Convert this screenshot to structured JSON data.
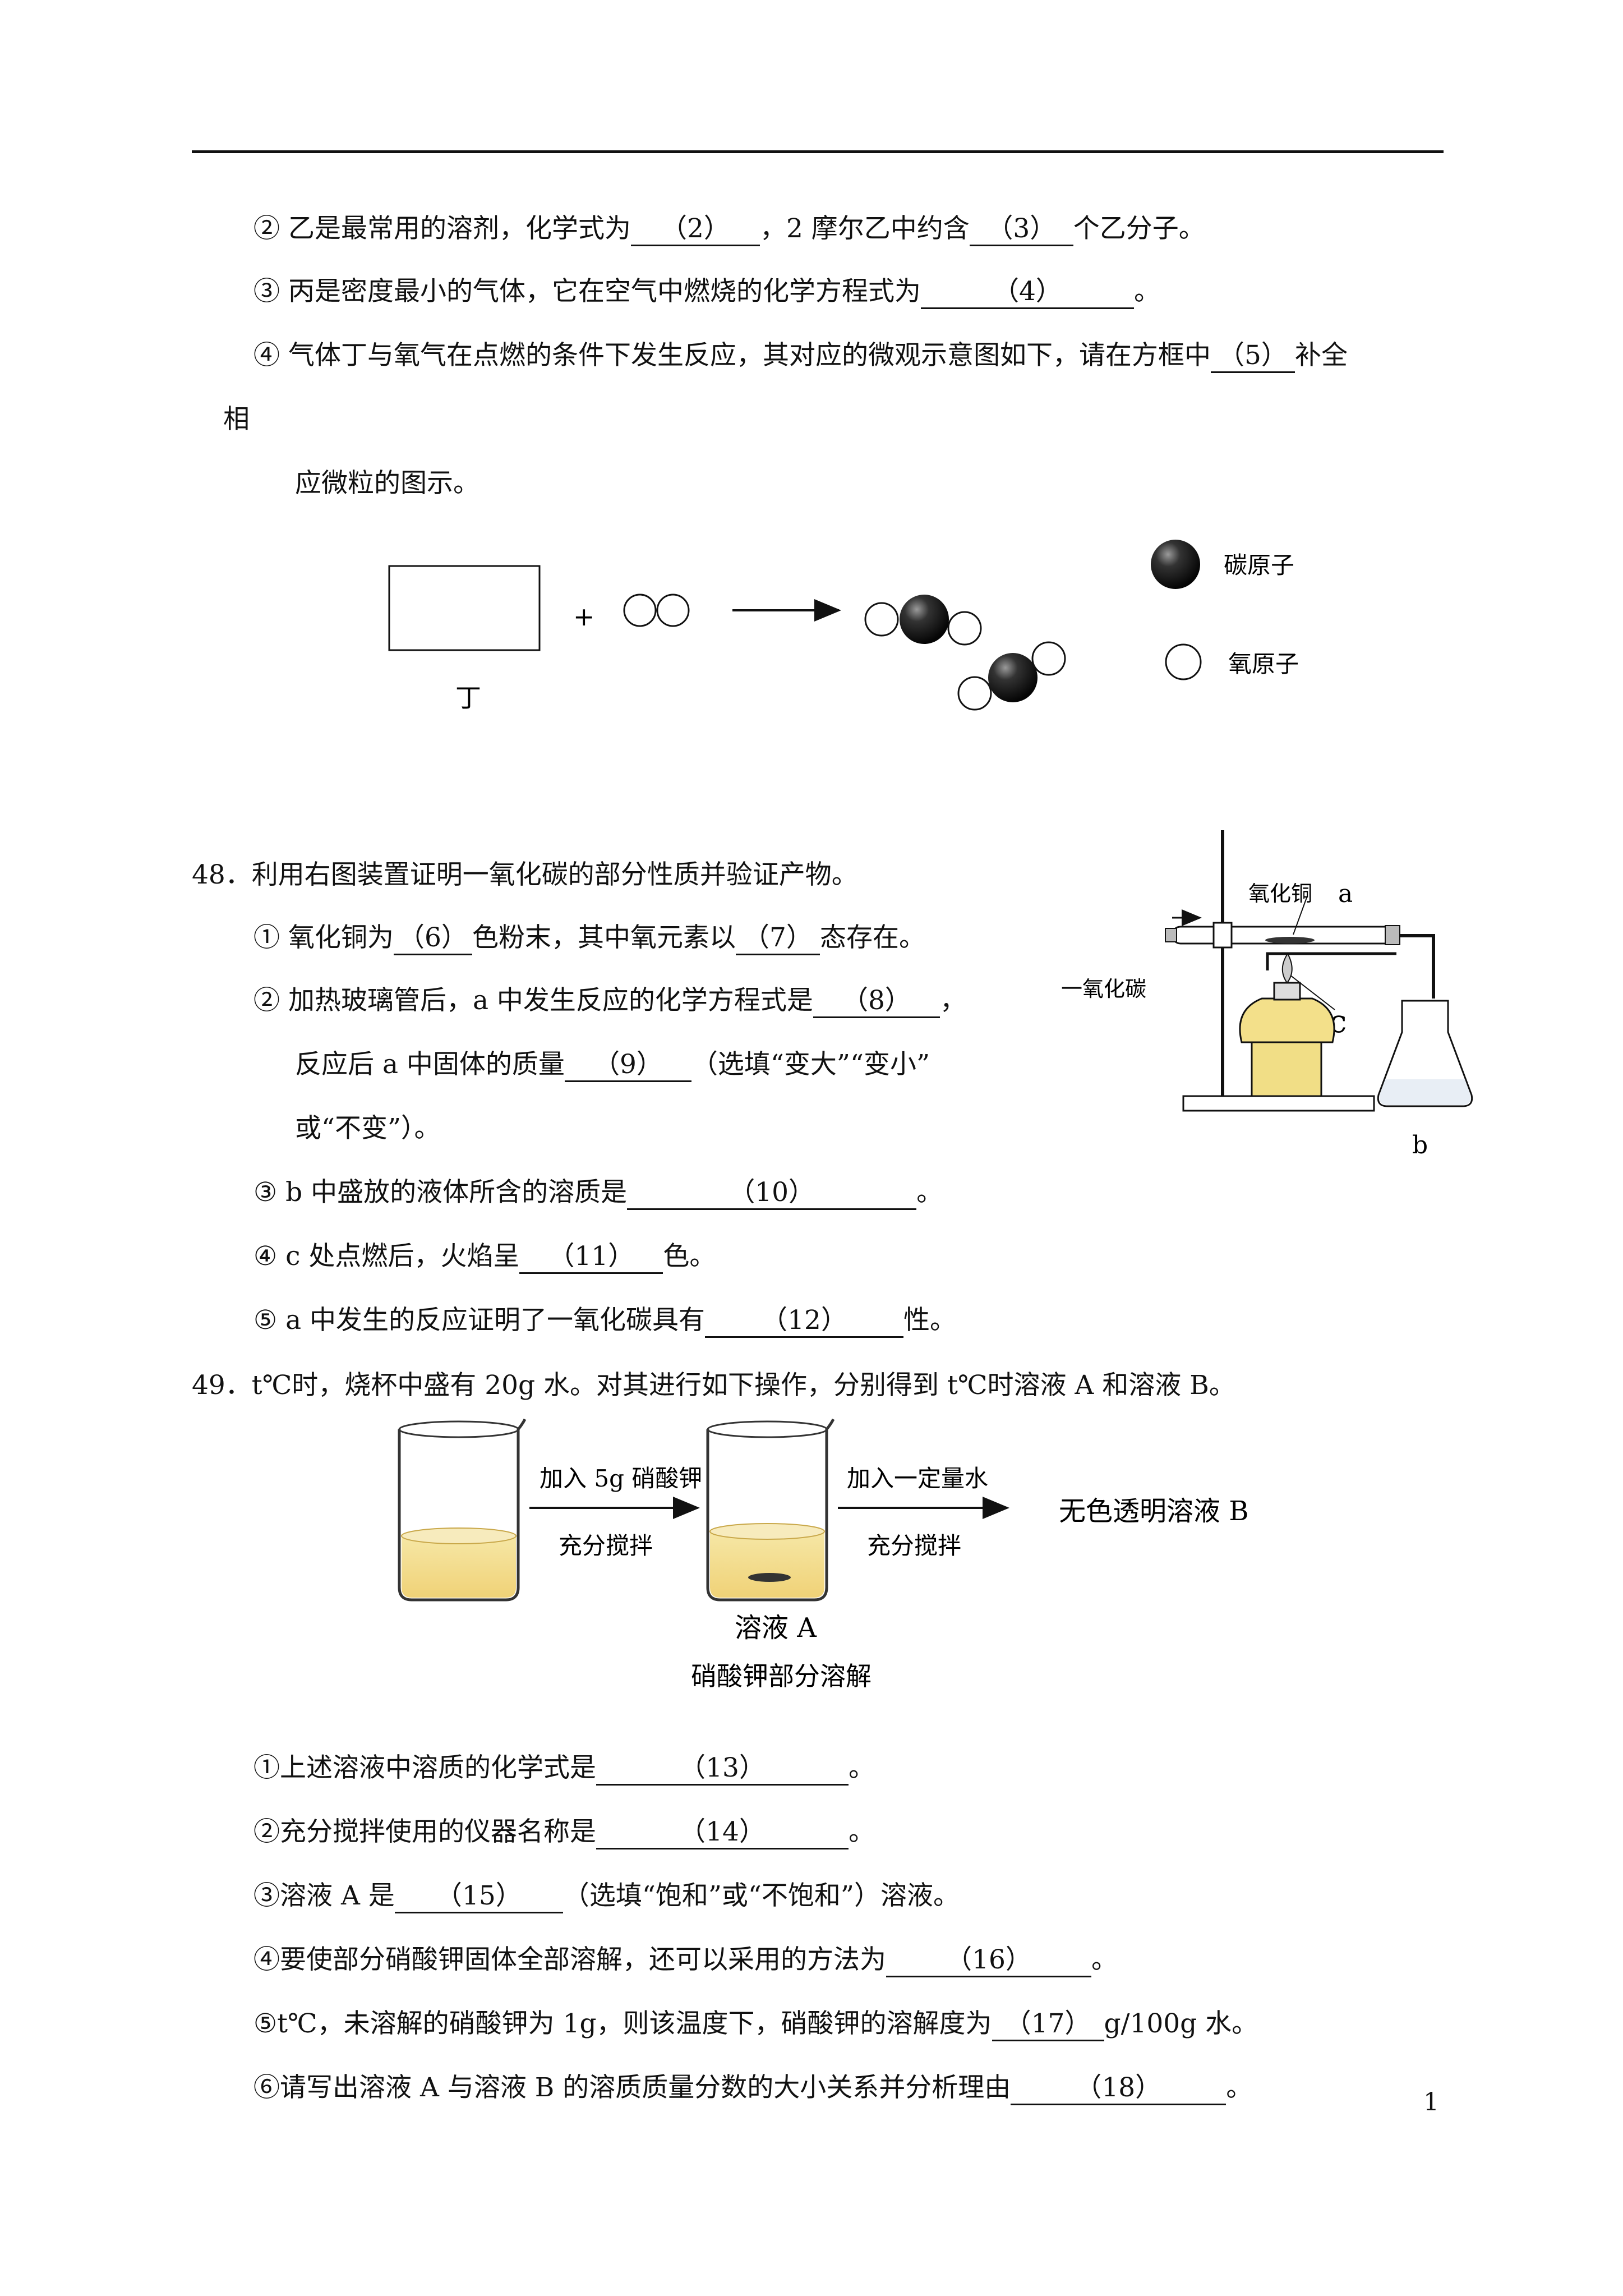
{
  "q47": {
    "l2a": "② 乙是最常用的溶剂，化学式为",
    "b2": "（2）",
    "l2b": "，2 摩尔乙中约含",
    "b3": "（3）",
    "l2c": "个乙分子。",
    "l3a": "③ 丙是密度最小的气体，它在空气中燃烧的化学方程式为",
    "b4": "（4）",
    "l3b": "。",
    "l4a": "④ 气体丁与氧气在点燃的条件下发生反应，其对应的微观示意图如下，请在方框中",
    "b5": "（5）",
    "l4b": "补全",
    "l4c": "相",
    "l4d": "应微粒的图示。",
    "fig": {
      "plus": "+",
      "box_label": "丁",
      "carbon": "碳原子",
      "oxygen": "氧原子"
    }
  },
  "q48": {
    "stem": "48．利用右图装置证明一氧化碳的部分性质并验证产物。",
    "l1a": "① 氧化铜为",
    "b6": "（6）",
    "l1b": "色粉末，其中氧元素以",
    "b7": "（7）",
    "l1c": "态存在。",
    "l2a": "② 加热玻璃管后，a 中发生反应的化学方程式是",
    "b8": "（8）",
    "l2b": "，",
    "l2c": "反应后 a 中固体的质量",
    "b9": "（9）",
    "l2d": "（选填“变大”“变小”",
    "l2e": "或“不变”）。",
    "l3a": "③ b 中盛放的液体所含的溶质是",
    "b10": "（10）",
    "l3b": "。",
    "l4a": "④ c 处点燃后，火焰呈",
    "b11": "（11）",
    "l4b": "色。",
    "l5a": "⑤ a 中发生的反应证明了一氧化碳具有",
    "b12": "（12）",
    "l5b": "性。",
    "fig": {
      "cuo": "氧化铜",
      "a": "a",
      "co": "一氧化碳",
      "c": "c",
      "b": "b"
    }
  },
  "q49": {
    "stem": "49．t℃时，烧杯中盛有 20g 水。对其进行如下操作，分别得到 t℃时溶液 A 和溶液 B。",
    "fig": {
      "step1_top": "加入 5g 硝酸钾",
      "step1_bottom": "充分搅拌",
      "step2_top": "加入一定量水",
      "step2_bottom": "充分搅拌",
      "result": "无色透明溶液 B",
      "beaker_label": "溶液 A",
      "beaker_note": "硝酸钾部分溶解"
    },
    "l1a": "①上述溶液中溶质的化学式是",
    "b13": "（13）",
    "l1b": "。",
    "l2a": "②充分搅拌使用的仪器名称是",
    "b14": "（14）",
    "l2b": "。",
    "l3a": "③溶液 A 是",
    "b15": "（15）",
    "l3b": "（选填“饱和”或“不饱和”）溶液。",
    "l4a": "④要使部分硝酸钾固体全部溶解，还可以采用的方法为",
    "b16": "（16）",
    "l4b": "。",
    "l5a": "⑤t℃，未溶解的硝酸钾为 1g，则该温度下，硝酸钾的溶解度为",
    "b17": "（17）",
    "l5b": "g/100g 水。",
    "l6a": "⑥请写出溶液 A 与溶液 B 的溶质质量分数的大小关系并分析理由",
    "b18": "（18）",
    "l6b": "。"
  },
  "page_number": "1"
}
